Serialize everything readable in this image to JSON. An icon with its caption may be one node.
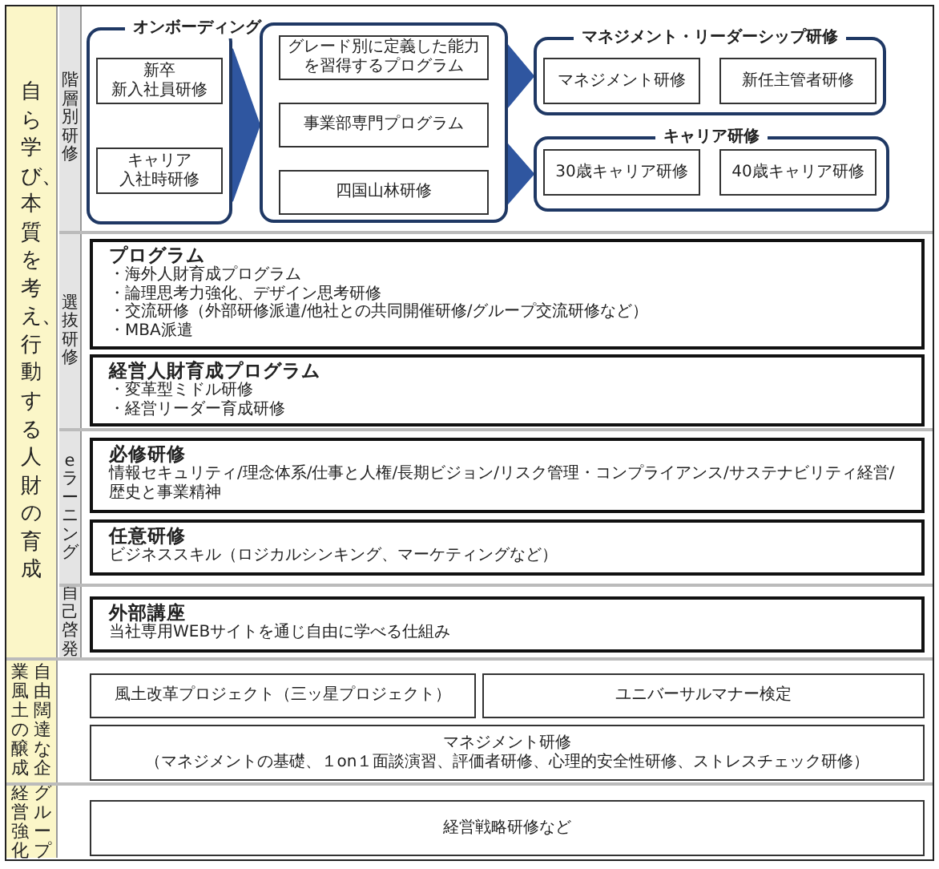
{
  "diagram": {
    "nodes": [
      {
        "text": [
          "自ら学び、本質を考え、行動する人財の育成"
        ]
      },
      {
        "text": [
          "階層別研修"
        ]
      },
      {
        "text": [
          "オンボーディング"
        ]
      },
      {
        "text": [
          "新卒",
          "新入社員研修"
        ],
        "in": 2
      },
      {
        "text": [
          "キャリア",
          "入社時研修"
        ],
        "in": 2
      },
      {
        "text": [],
        "shape": "box"
      },
      {
        "text": [
          "グレード別に定義した能力を習得するプログラム"
        ],
        "in": 5
      },
      {
        "text": [
          "事業部専門プログラム"
        ],
        "in": 5
      },
      {
        "text": [
          "四国山林研修"
        ],
        "in": 5
      },
      {
        "text": [
          "マネジメント・リーダーシップ研修"
        ]
      },
      {
        "text": [
          "マネジメント研修"
        ],
        "in": 9
      },
      {
        "text": [
          "新任主管者研修"
        ],
        "in": 9
      },
      {
        "text": [
          "キャリア研修"
        ]
      },
      {
        "text": [
          "30歳キャリア研修"
        ],
        "in": 12
      },
      {
        "text": [
          "40歳キャリア研修"
        ],
        "in": 12
      },
      {
        "text": [
          "選抜研修"
        ]
      },
      {
        "text": [
          "プログラム",
          "・海外人財育成プログラム",
          "・論理思考力強化、デザイン思考研修",
          "・交流研修（外部研修派遣/他社との共同開催研修/グループ交流研修など）",
          "・MBA派遣"
        ]
      },
      {
        "text": [
          "経営人財育成プログラム",
          "・変革型ミドル研修",
          "・経営リーダー育成研修"
        ]
      },
      {
        "text": [
          "eラーニング"
        ]
      },
      {
        "text": [
          "必修研修",
          "情報セキュリティ/理念体系/仕事と人権/長期ビジョン/リスク管理・コンプライアンス/サステナビリティ経営/歴史と事業精神"
        ]
      },
      {
        "text": [
          "任意研修",
          "ビジネススキル（ロジカルシンキング、マーケティングなど）"
        ]
      },
      {
        "text": [
          "自己啓発"
        ]
      },
      {
        "text": [
          "外部講座",
          "当社専用WEBサイトを通じ自由に学べる仕組み"
        ]
      },
      {
        "text": [
          "自由闊達な企業風土の醸成"
        ]
      },
      {
        "text": [
          "風土改革プロジェクト（三ッ星プロジェクト）"
        ]
      },
      {
        "text": [
          "ユニバーサルマナー検定"
        ]
      },
      {
        "text": [
          "マネジメント研修",
          "（マネジメントの基礎、１on１面談演習、評価者研修、心理的安全性研修、ストレスチェック研修）"
        ]
      },
      {
        "text": [
          "グループ経営強化"
        ]
      },
      {
        "text": [
          "経営戦略研修など"
        ]
      }
    ],
    "edges": [
      {
        "from": 2,
        "to": 5,
        "arrow": "to"
      },
      {
        "from": 5,
        "to": 9,
        "arrow": "to"
      },
      {
        "from": 5,
        "to": 12,
        "arrow": "to"
      }
    ]
  }
}
